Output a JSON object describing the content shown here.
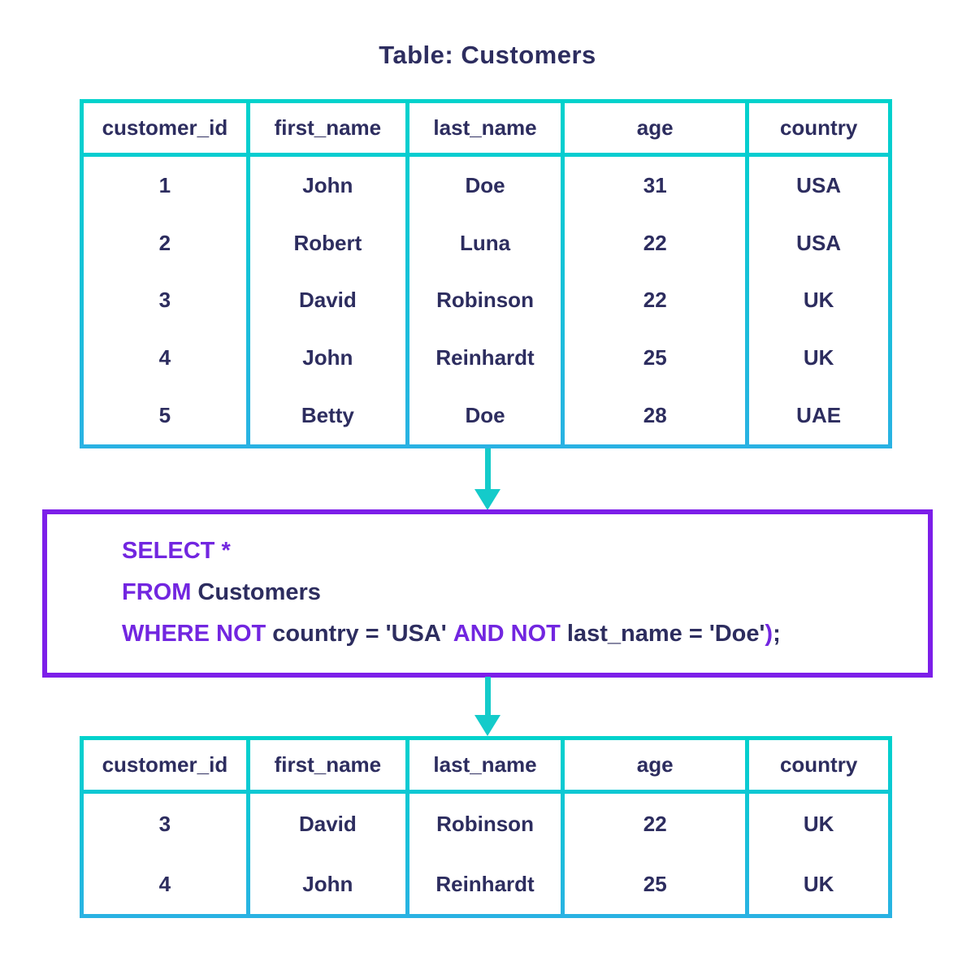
{
  "title": "Table: Customers",
  "source_table": {
    "columns": [
      "customer_id",
      "first_name",
      "last_name",
      "age",
      "country"
    ],
    "rows": [
      [
        "1",
        "John",
        "Doe",
        "31",
        "USA"
      ],
      [
        "2",
        "Robert",
        "Luna",
        "22",
        "USA"
      ],
      [
        "3",
        "David",
        "Robinson",
        "22",
        "UK"
      ],
      [
        "4",
        "John",
        "Reinhardt",
        "25",
        "UK"
      ],
      [
        "5",
        "Betty",
        "Doe",
        "28",
        "UAE"
      ]
    ]
  },
  "query": {
    "full_text": "SELECT * FROM Customers WHERE NOT country = 'USA' AND NOT last_name = 'Doe');",
    "lines": [
      [
        {
          "text": "SELECT *",
          "keyword": true
        }
      ],
      [
        {
          "text": "FROM",
          "keyword": true
        },
        {
          "text": " Customers",
          "keyword": false
        }
      ],
      [
        {
          "text": "WHERE NOT",
          "keyword": true
        },
        {
          "text": " country = 'USA' ",
          "keyword": false
        },
        {
          "text": "AND NOT",
          "keyword": true
        },
        {
          "text": " last_name = 'Doe'",
          "keyword": false
        },
        {
          "text": ")",
          "keyword": true
        },
        {
          "text": ";",
          "keyword": false
        }
      ]
    ]
  },
  "result_table": {
    "columns": [
      "customer_id",
      "first_name",
      "last_name",
      "age",
      "country"
    ],
    "rows": [
      [
        "3",
        "David",
        "Robinson",
        "22",
        "UK"
      ],
      [
        "4",
        "John",
        "Reinhardt",
        "25",
        "UK"
      ]
    ]
  },
  "colors": {
    "background": "#ffffff",
    "text_navy": "#2d2d5f",
    "table_border_top": "#00d2cc",
    "table_border_bottom": "#2ab2e3",
    "arrow_teal": "#14cbca",
    "query_border_purple": "#7c1ee9",
    "keyword_purple": "#7226e0"
  }
}
